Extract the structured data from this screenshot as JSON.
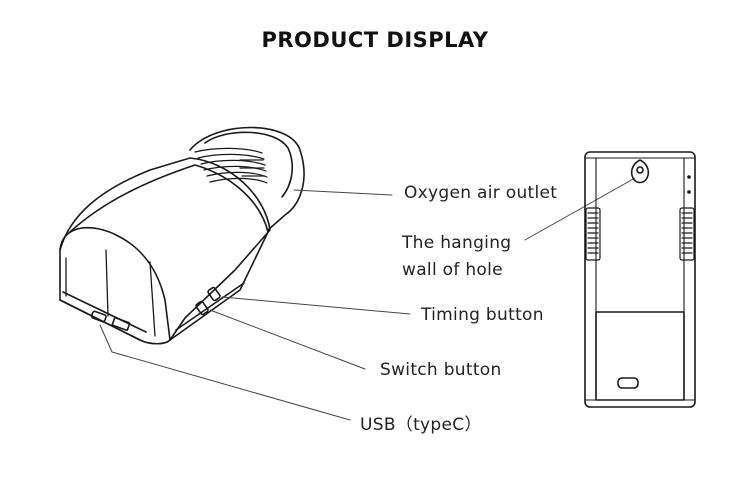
{
  "title": "PRODUCT DISPLAY",
  "callouts": {
    "oxygen_outlet": "Oxygen air outlet",
    "hanging_hole_line1": "The hanging",
    "hanging_hole_line2": "wall of hole",
    "timing_button": "Timing button",
    "switch_button": "Switch button",
    "usb": "USB（typeC）"
  },
  "colors": {
    "line": "#1a1a1a",
    "leader": "#444444",
    "background": "#ffffff"
  }
}
